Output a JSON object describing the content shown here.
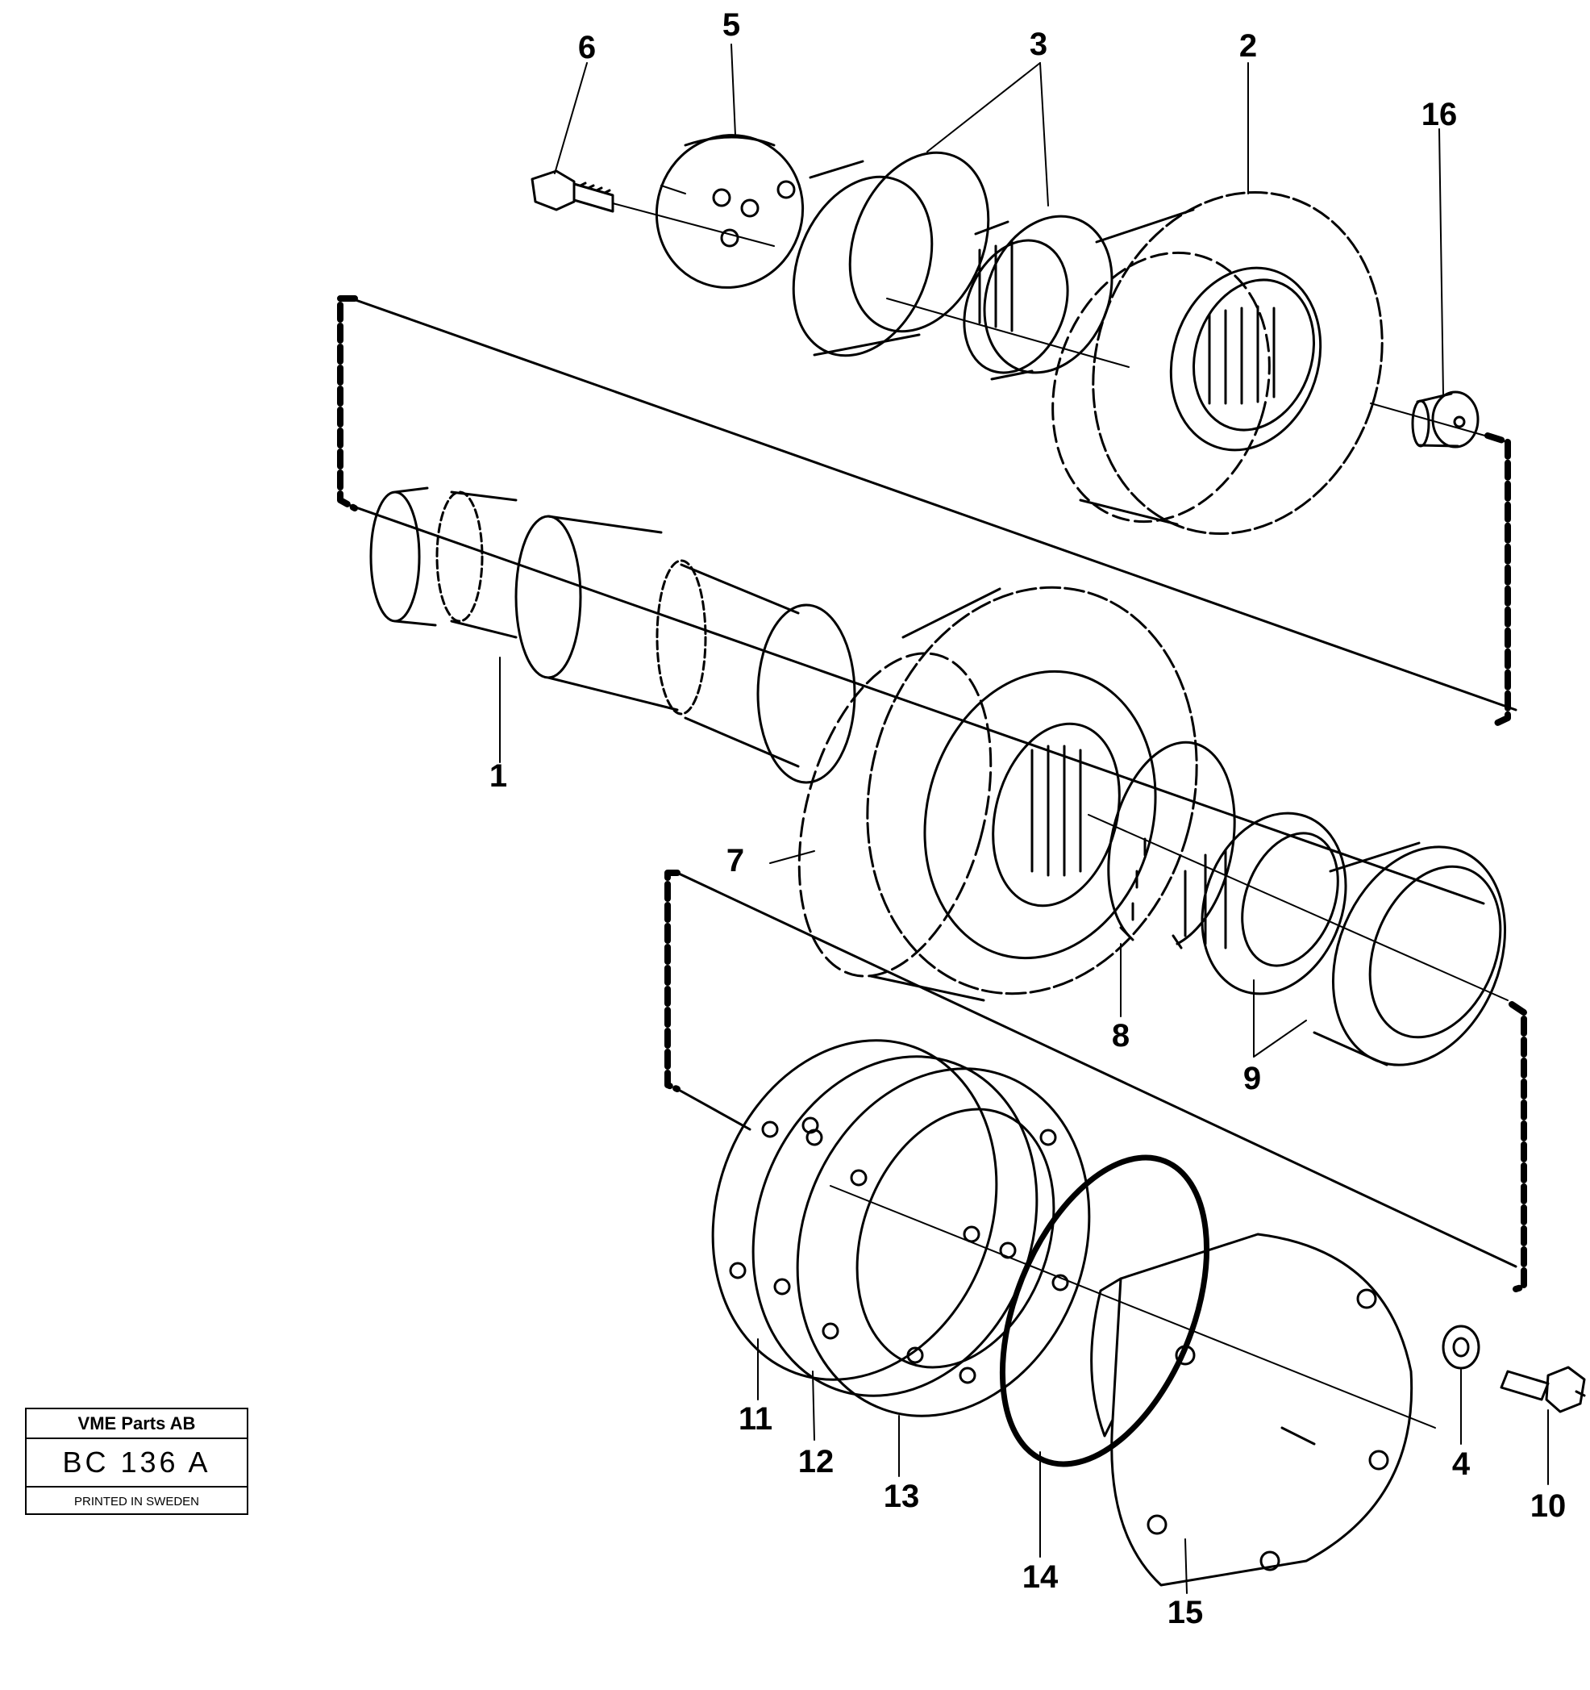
{
  "callouts": [
    {
      "id": "1",
      "text": "1"
    },
    {
      "id": "2",
      "text": "2"
    },
    {
      "id": "3",
      "text": "3"
    },
    {
      "id": "4",
      "text": "4"
    },
    {
      "id": "5",
      "text": "5"
    },
    {
      "id": "6",
      "text": "6"
    },
    {
      "id": "7",
      "text": "7"
    },
    {
      "id": "8",
      "text": "8"
    },
    {
      "id": "9",
      "text": "9"
    },
    {
      "id": "10",
      "text": "10"
    },
    {
      "id": "11",
      "text": "11"
    },
    {
      "id": "12",
      "text": "12"
    },
    {
      "id": "13",
      "text": "13"
    },
    {
      "id": "14",
      "text": "14"
    },
    {
      "id": "15",
      "text": "15"
    },
    {
      "id": "16",
      "text": "16"
    }
  ],
  "stamp": {
    "company": "VME Parts AB",
    "code": "BC 136 A",
    "printed": "PRINTED IN SWEDEN"
  }
}
